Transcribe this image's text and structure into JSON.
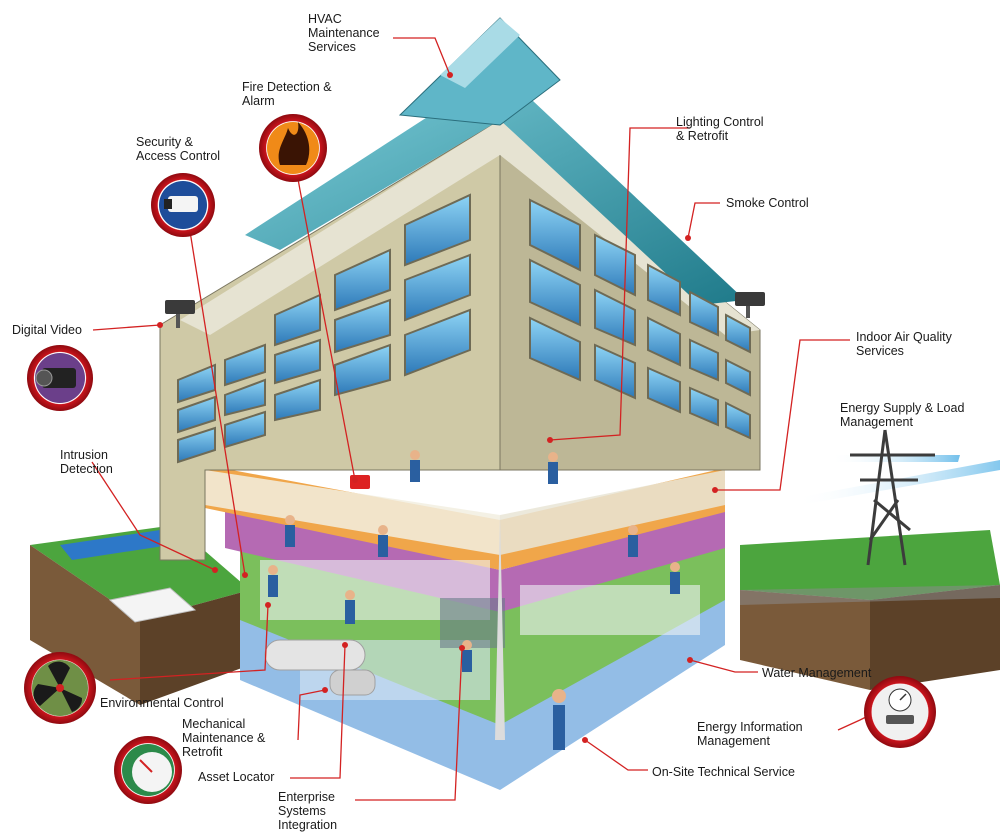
{
  "labels": {
    "hvac": "HVAC\nMaintenance\nServices",
    "fire": "Fire Detection &\nAlarm",
    "security": "Security &\nAccess Control",
    "lighting": "Lighting Control\n& Retrofit",
    "smoke": "Smoke Control",
    "digital_video": "Digital Video",
    "indoor_air": "Indoor Air Quality\nServices",
    "energy_supply": "Energy Supply & Load\nManagement",
    "intrusion": "Intrusion\nDetection",
    "water": "Water Management",
    "environmental": "Environmental Control",
    "energy_info": "Energy Information\nManagement",
    "mechanical": "Mechanical\nMaintenance &\nRetrofit",
    "asset": "Asset Locator",
    "onsite": "On-Site Technical Service",
    "enterprise": "Enterprise\nSystems\nIntegration"
  },
  "colors": {
    "leader_line": "#d32222",
    "facade": "#cfc9a6",
    "roof_glass": "#3a98a8",
    "window": "#4f9ed6",
    "floor_orange": "#f0a64a",
    "floor_purple": "#b56ab3",
    "floor_green": "#7bbf5c",
    "floor_blue": "#93bde6",
    "grass": "#4ca53e",
    "soil": "#7a5a3a"
  },
  "icons": [
    "fire-icon",
    "camera-icon",
    "video-camera-icon",
    "fan-icon",
    "gauge-icon",
    "meter-icon",
    "power-tower-icon"
  ]
}
